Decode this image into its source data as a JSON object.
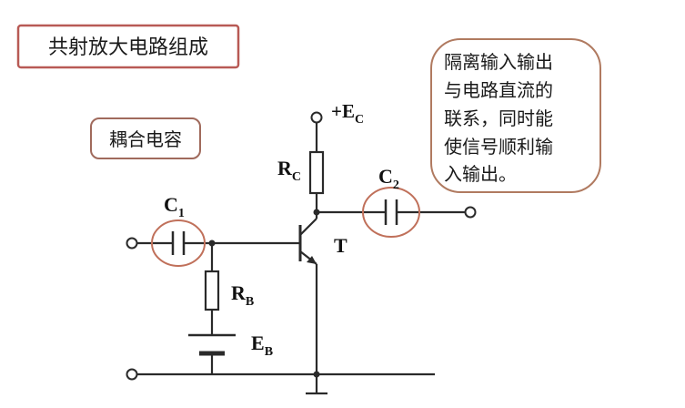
{
  "title": "共射放大电路组成",
  "coupling_label": "耦合电容",
  "note_lines": [
    "隔离输入输出",
    "与电路直流的",
    "联系，同时能",
    "使信号顺利输",
    "入输出。"
  ],
  "labels": {
    "vcc": {
      "main": "+E",
      "sub": "C"
    },
    "rc": {
      "main": "R",
      "sub": "C"
    },
    "c1": {
      "main": "C",
      "sub": "1"
    },
    "c2": {
      "main": "C",
      "sub": "2"
    },
    "rb": {
      "main": "R",
      "sub": "B"
    },
    "eb": {
      "main": "E",
      "sub": "B"
    },
    "t": "T"
  },
  "colors": {
    "highlight": "#c0705a",
    "title_border": "#b85a55",
    "note_border": "#b07a60",
    "coupling_border": "#a06a5c",
    "wire": "#2a2a2a"
  }
}
